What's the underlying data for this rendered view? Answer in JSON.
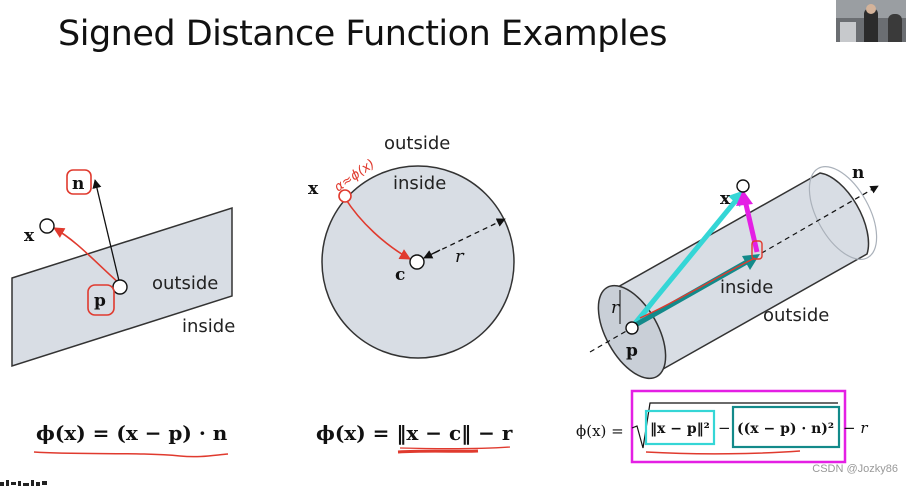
{
  "title": "Signed Distance Function Examples",
  "watermark": "CSDN @Jozky86",
  "plane": {
    "outside": "outside",
    "inside": "inside",
    "n": "n",
    "x": "x",
    "p": "p",
    "formula": "ϕ(x) = (x − p) · n"
  },
  "sphere": {
    "outside": "outside",
    "inside": "inside",
    "x": "x",
    "c": "c",
    "r": "r",
    "handwriting": "α≈ϕ(x)",
    "formula": "ϕ(x) = ‖x − c‖ − r"
  },
  "cylinder": {
    "outside": "outside",
    "inside": "inside",
    "n": "n",
    "x": "x",
    "p": "p",
    "r": "r",
    "formula_lhs": "ϕ(x) =",
    "formula_term1": "‖x − p‖²",
    "formula_minus": "−",
    "formula_term2": "((x − p) · n)²",
    "formula_tail": "− r"
  },
  "colors": {
    "shape_fill": "#d8dde4",
    "annotation_red": "#e03a2e",
    "magenta": "#e41fe4",
    "cyan": "#35d6d6",
    "teal": "#138a8a"
  }
}
